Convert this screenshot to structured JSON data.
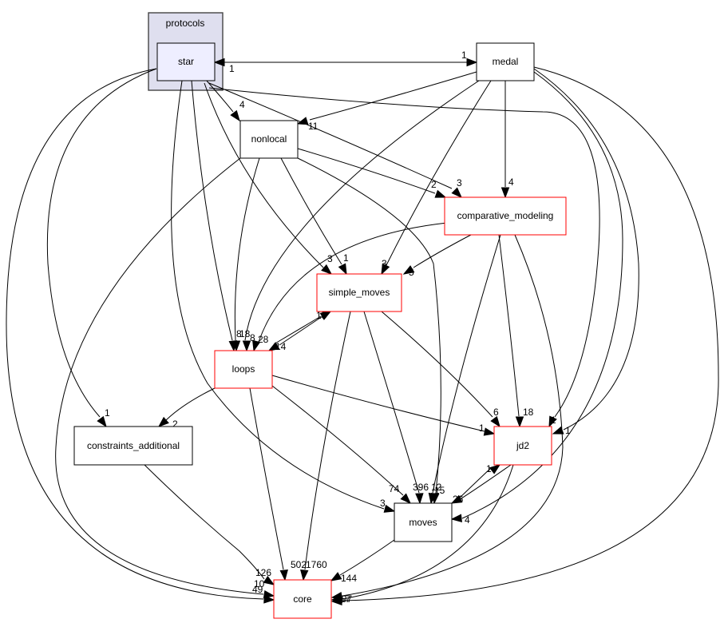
{
  "cluster": {
    "label": "protocols"
  },
  "nodes": {
    "star": {
      "label": "star"
    },
    "medal": {
      "label": "medal"
    },
    "nonlocal": {
      "label": "nonlocal"
    },
    "comparative_modeling": {
      "label": "comparative_modeling"
    },
    "simple_moves": {
      "label": "simple_moves"
    },
    "loops": {
      "label": "loops"
    },
    "constraints_additional": {
      "label": "constraints_additional"
    },
    "jd2": {
      "label": "jd2"
    },
    "moves": {
      "label": "moves"
    },
    "core": {
      "label": "core"
    }
  },
  "colors": {
    "cluster_fill": "#dfdfef",
    "cluster_border": "#444444",
    "star_fill": "#eeeeff",
    "external_border": "#ff0000",
    "internal_border": "#000000"
  },
  "edges": [
    {
      "from": "star",
      "to": "medal",
      "label": "1"
    },
    {
      "from": "medal",
      "to": "star",
      "label": "1"
    },
    {
      "from": "star",
      "to": "nonlocal",
      "label": "4"
    },
    {
      "from": "medal",
      "to": "nonlocal",
      "label": "11"
    },
    {
      "from": "star",
      "to": "comparative_modeling",
      "label": "3"
    },
    {
      "from": "nonlocal",
      "to": "comparative_modeling",
      "label": "2"
    },
    {
      "from": "medal",
      "to": "comparative_modeling",
      "label": "4"
    },
    {
      "from": "star",
      "to": "simple_moves",
      "label": "3"
    },
    {
      "from": "nonlocal",
      "to": "simple_moves",
      "label": "1"
    },
    {
      "from": "medal",
      "to": "simple_moves",
      "label": "3"
    },
    {
      "from": "comparative_modeling",
      "to": "simple_moves",
      "label": "5"
    },
    {
      "from": "star",
      "to": "loops",
      "label": "8"
    },
    {
      "from": "nonlocal",
      "to": "loops",
      "label": "18"
    },
    {
      "from": "medal",
      "to": "loops",
      "label": "8"
    },
    {
      "from": "comparative_modeling",
      "to": "loops",
      "label": "28"
    },
    {
      "from": "simple_moves",
      "to": "loops",
      "label": "14"
    },
    {
      "from": "loops",
      "to": "simple_moves",
      "label": "15"
    },
    {
      "from": "star",
      "to": "constraints_additional",
      "label": "1"
    },
    {
      "from": "loops",
      "to": "constraints_additional",
      "label": "2"
    },
    {
      "from": "simple_moves",
      "to": "jd2",
      "label": "6"
    },
    {
      "from": "comparative_modeling",
      "to": "jd2",
      "label": "18"
    },
    {
      "from": "loops",
      "to": "jd2",
      "label": "1"
    },
    {
      "from": "star",
      "to": "jd2",
      "label": "1"
    },
    {
      "from": "medal",
      "to": "jd2",
      "label": "1"
    },
    {
      "from": "moves",
      "to": "jd2",
      "label": "1"
    },
    {
      "from": "loops",
      "to": "moves",
      "label": "74"
    },
    {
      "from": "simple_moves",
      "to": "moves",
      "label": "396"
    },
    {
      "from": "comparative_modeling",
      "to": "moves",
      "label": "12"
    },
    {
      "from": "nonlocal",
      "to": "moves",
      "label": "15"
    },
    {
      "from": "jd2",
      "to": "moves",
      "label": "26"
    },
    {
      "from": "star",
      "to": "moves",
      "label": "3"
    },
    {
      "from": "medal",
      "to": "moves",
      "label": "4"
    },
    {
      "from": "constraints_additional",
      "to": "core",
      "label": "126"
    },
    {
      "from": "nonlocal",
      "to": "core",
      "label": "10"
    },
    {
      "from": "star",
      "to": "core",
      "label": "49"
    },
    {
      "from": "loops",
      "to": "core",
      "label": "502"
    },
    {
      "from": "simple_moves",
      "to": "core",
      "label": "1760"
    },
    {
      "from": "moves",
      "to": "core",
      "label": "144"
    },
    {
      "from": "comparative_modeling",
      "to": "core",
      "label": "1"
    },
    {
      "from": "jd2",
      "to": "core",
      "label": "207"
    },
    {
      "from": "medal",
      "to": "core",
      "label": "257"
    }
  ]
}
